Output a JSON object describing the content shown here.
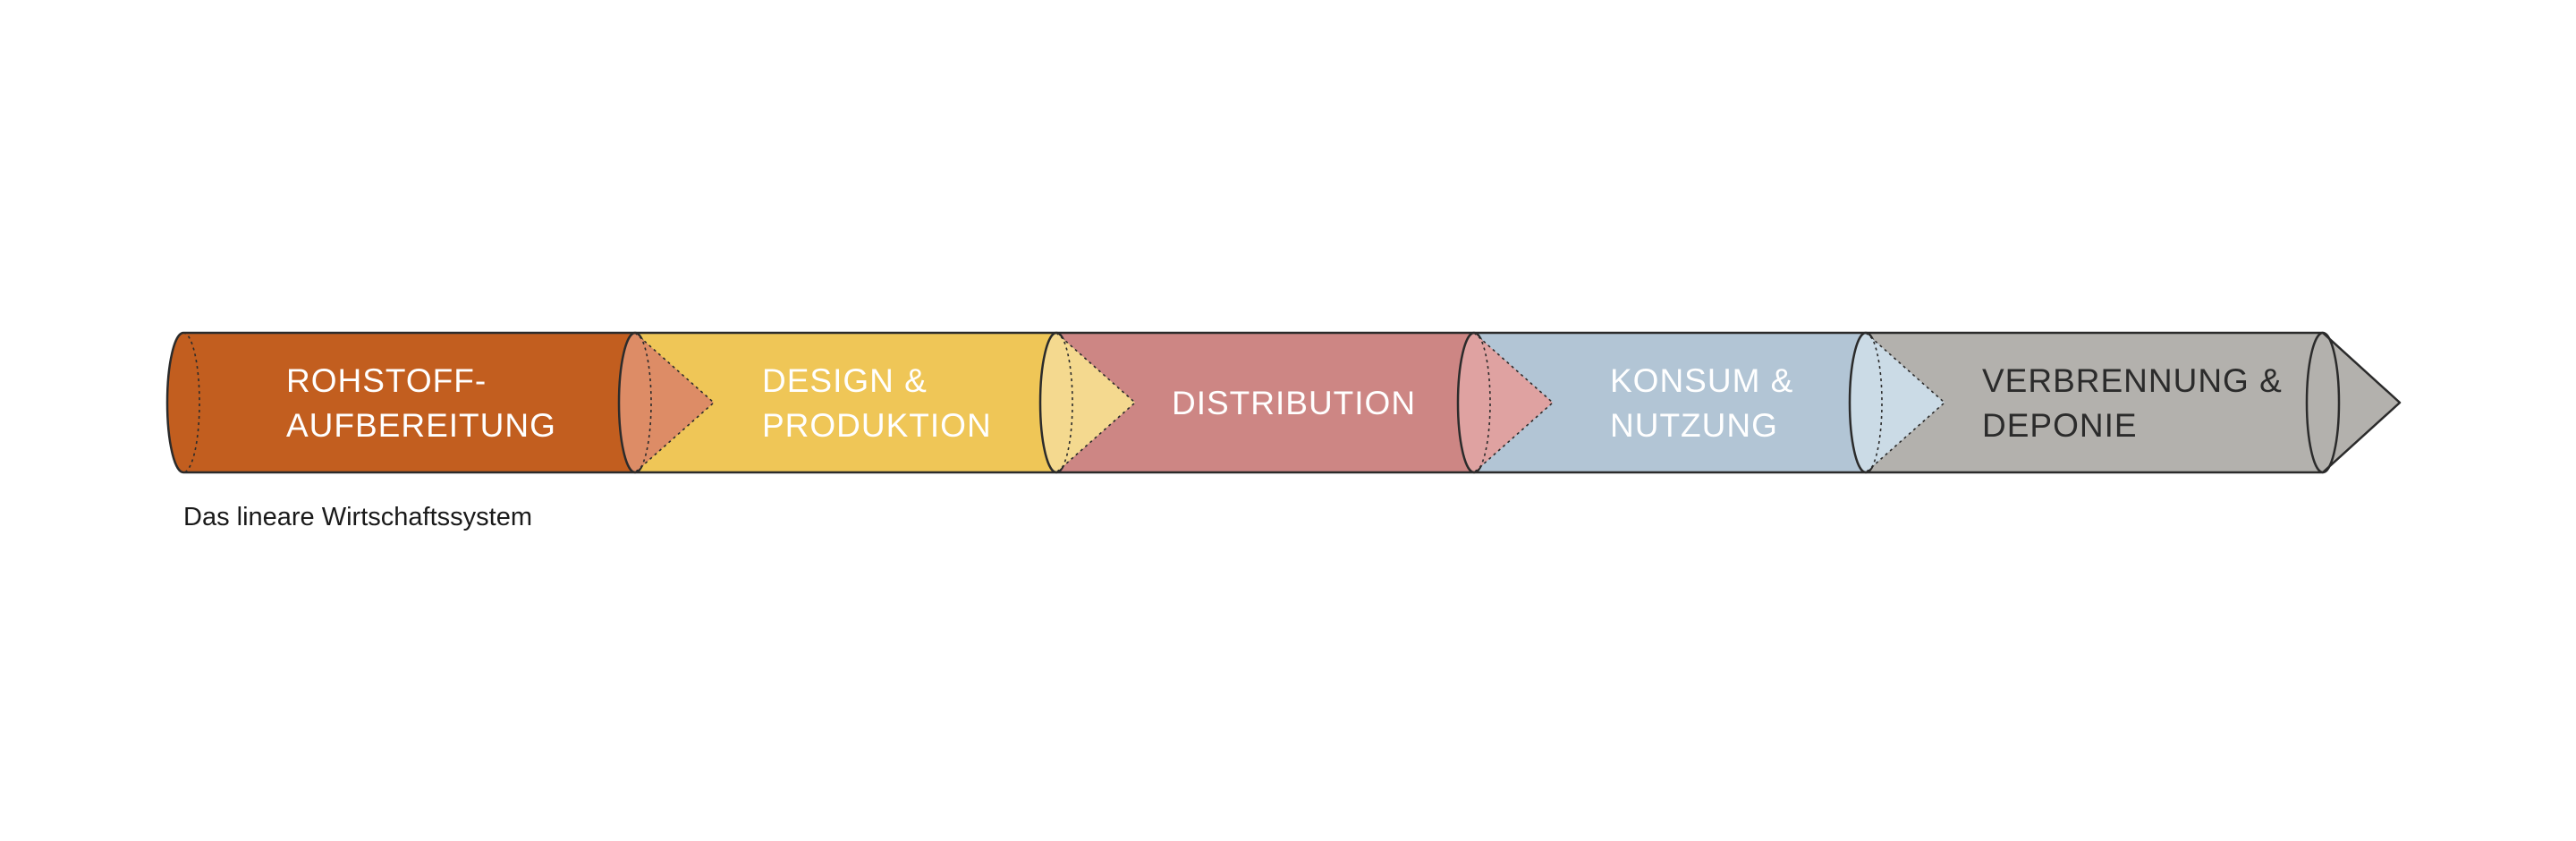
{
  "diagram": {
    "segments": [
      {
        "label_lines": [
          "ROHSTOFF-",
          "AUFBEREITUNG"
        ],
        "fill": "#c25e1f",
        "cap_fill": "#dd8c66",
        "text_color": "#ffffff"
      },
      {
        "label_lines": [
          "DESIGN &",
          "PRODUKTION"
        ],
        "fill": "#efc657",
        "cap_fill": "#f4d98f",
        "text_color": "#ffffff"
      },
      {
        "label_lines": [
          "DISTRIBUTION"
        ],
        "fill": "#cd8684",
        "cap_fill": "#dfa2a1",
        "text_color": "#ffffff"
      },
      {
        "label_lines": [
          "KONSUM &",
          "NUTZUNG"
        ],
        "fill": "#b2c5d5",
        "cap_fill": "#cbdbe6",
        "text_color": "#ffffff"
      },
      {
        "label_lines": [
          "VERBRENNUNG &",
          "DEPONIE"
        ],
        "fill": "#b3b1ad",
        "cap_fill": "#b3b1ad",
        "text_color": "#2b2b2b"
      }
    ],
    "outline_color": "#2b2b2b",
    "caption": "Das lineare Wirtschaftssystem"
  }
}
